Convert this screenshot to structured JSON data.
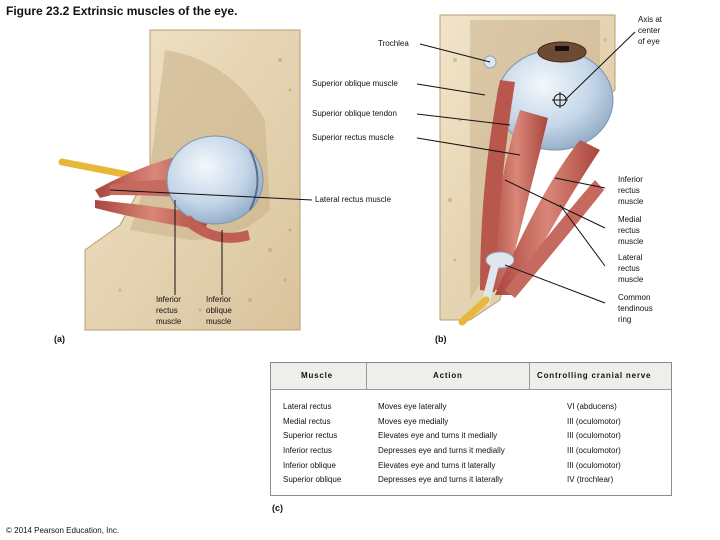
{
  "figure_title": "Figure 23.2  Extrinsic muscles of the eye.",
  "copyright": "© 2014 Pearson Education, Inc.",
  "panels": {
    "a": "(a)",
    "b": "(b)",
    "c": "(c)"
  },
  "labels": {
    "trochlea": "Trochlea",
    "axis": "Axis at\ncenter\nof eye",
    "superior_oblique_muscle": "Superior oblique muscle",
    "superior_oblique_tendon": "Superior oblique tendon",
    "superior_rectus_muscle": "Superior rectus muscle",
    "lateral_rectus_muscle_a": "Lateral rectus muscle",
    "inferior_rectus_b": "Inferior\nrectus\nmuscle",
    "medial_rectus_b": "Medial\nrectus\nmuscle",
    "lateral_rectus_b": "Lateral\nrectus\nmuscle",
    "common_tendinous_ring": "Common\ntendinous\nring",
    "inferior_rectus_a": "Inferior\nrectus\nmuscle",
    "inferior_oblique_a": "Inferior\noblique\nmuscle"
  },
  "table": {
    "headers": [
      "Muscle",
      "Action",
      "Controlling cranial nerve"
    ],
    "rows": [
      [
        "Lateral rectus",
        "Moves eye laterally",
        "VI (abducens)"
      ],
      [
        "Medial rectus",
        "Moves eye medially",
        "III (oculomotor)"
      ],
      [
        "Superior rectus",
        "Elevates eye and turns it medially",
        "III (oculomotor)"
      ],
      [
        "Inferior rectus",
        "Depresses eye and turns it medially",
        "III (oculomotor)"
      ],
      [
        "Inferior oblique",
        "Elevates eye and turns it laterally",
        "III (oculomotor)"
      ],
      [
        "Superior oblique",
        "Depresses eye and turns it laterally",
        "IV (trochlear)"
      ]
    ]
  },
  "colors": {
    "bone": "#e7d7b8",
    "muscle": "#c96e62",
    "eyeball": "#c9d9e8",
    "nerve": "#efc94c",
    "tendon": "#dfe6ee"
  }
}
